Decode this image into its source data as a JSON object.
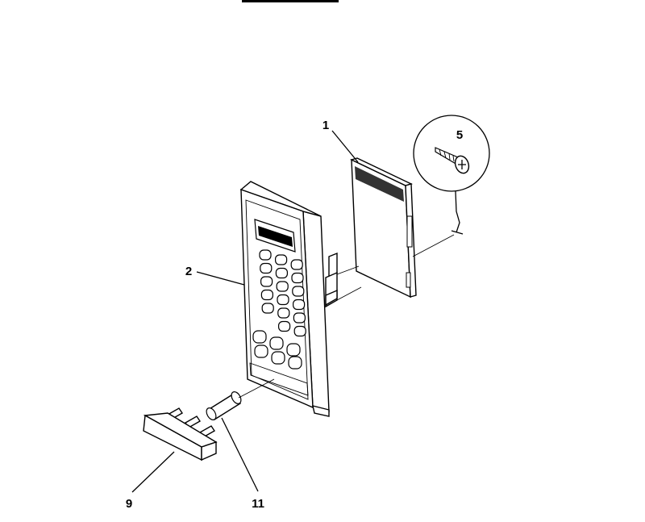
{
  "diagram": {
    "callouts": [
      {
        "id": "1",
        "label": "1"
      },
      {
        "id": "2",
        "label": "2"
      },
      {
        "id": "5",
        "label": "5"
      },
      {
        "id": "9",
        "label": "9"
      },
      {
        "id": "11",
        "label": "11"
      }
    ]
  }
}
